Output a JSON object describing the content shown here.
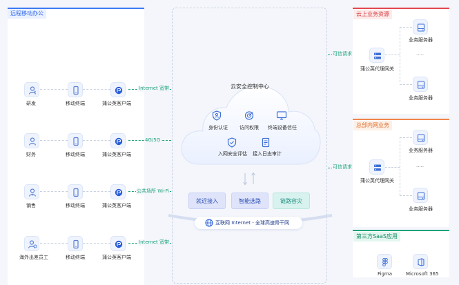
{
  "remote_office": {
    "title": "远程移动办公",
    "rows": [
      {
        "role": "研发",
        "device": "移动终端",
        "client": "蒲公英客户端",
        "network": "Internet 宽带"
      },
      {
        "role": "财务",
        "device": "移动终端",
        "client": "蒲公英客户端",
        "network": "4G/5G"
      },
      {
        "role": "销售",
        "device": "移动终端",
        "client": "蒲公英客户端",
        "network": "公共场所 Wi-Fi"
      },
      {
        "role": "海外出差员工",
        "device": "移动终端",
        "client": "蒲公英客户端",
        "network": "Internet 宽带"
      }
    ]
  },
  "control_center": {
    "title": "云安全控制中心",
    "features": [
      "身份认证",
      "访问权限",
      "终端设备信任",
      "入网安全评估",
      "接入日志审计"
    ]
  },
  "buttons": [
    "就近接入",
    "智能选路",
    "链路容灾"
  ],
  "internet": "互联网 Internet - 全球高速骨干网",
  "cloud_resources": {
    "title": "云上业务资源",
    "link": "可信请求",
    "gateway": "蒲公英代理网关",
    "servers": [
      "业务服务器",
      "业务服务器"
    ],
    "ellipsis": "....."
  },
  "hq_business": {
    "title": "总部内网业务",
    "link": "可信请求",
    "gateway": "蒲公英代理网关",
    "servers": [
      "业务服务器",
      "业务服务器"
    ],
    "ellipsis": "....."
  },
  "saas": {
    "title": "第三方SaaS应用",
    "apps": [
      "Figma",
      "Microsoft 365"
    ]
  },
  "colors": {
    "blue_accent": "#3d7af5",
    "orange_accent": "#f0854a",
    "green_accent": "#1ea37a",
    "red_accent": "#e2474b"
  }
}
